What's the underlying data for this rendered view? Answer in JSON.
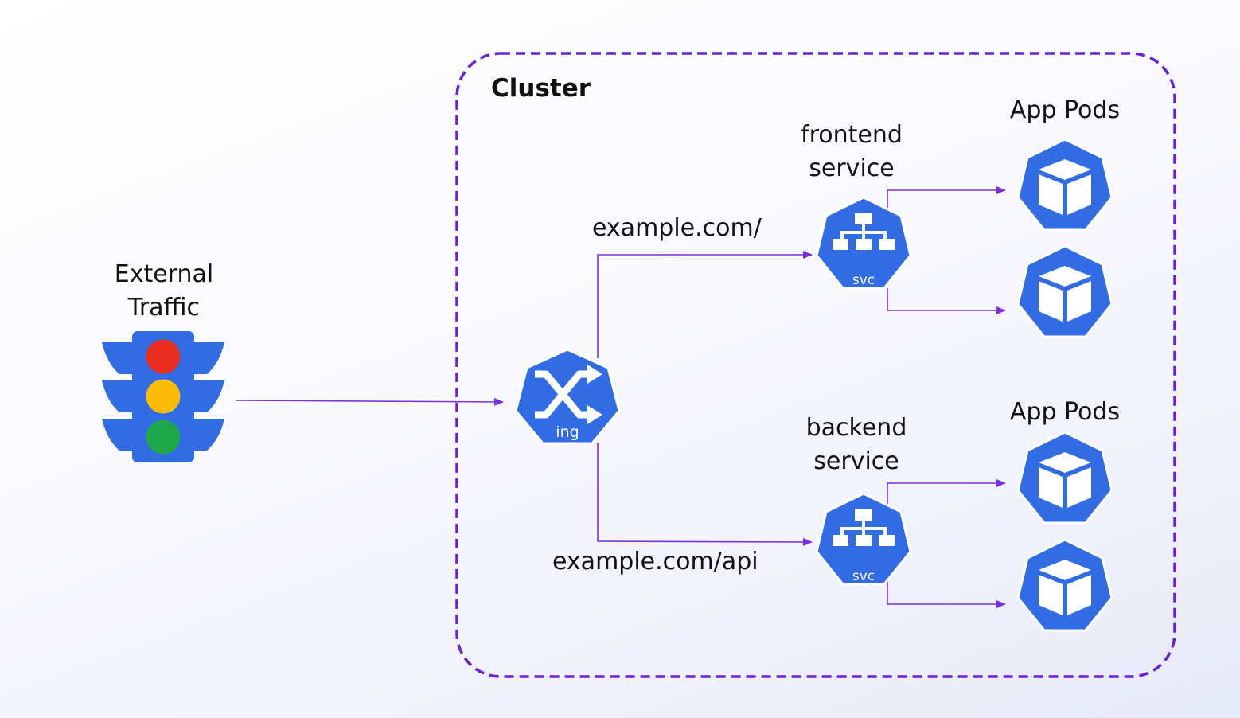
{
  "cluster": {
    "title": "Cluster"
  },
  "external": {
    "line1": "External",
    "line2": "Traffic"
  },
  "ingress": {
    "icon_text": "ing"
  },
  "routes": {
    "frontend_path": "example.com/",
    "backend_path": "example.com/api"
  },
  "frontend_service": {
    "line1": "frontend",
    "line2": "service",
    "icon_text": "svc"
  },
  "backend_service": {
    "line1": "backend",
    "line2": "service",
    "icon_text": "svc"
  },
  "pods_top": {
    "title": "App Pods"
  },
  "pods_bottom": {
    "title": "App Pods"
  },
  "colors": {
    "k8s_blue": "#326CE5",
    "arrow_purple": "#7B2FE0",
    "cluster_border": "#6A1FD8",
    "light_red": "#EA2E1E",
    "light_yellow": "#FBBC05",
    "light_green": "#1FA84A"
  }
}
